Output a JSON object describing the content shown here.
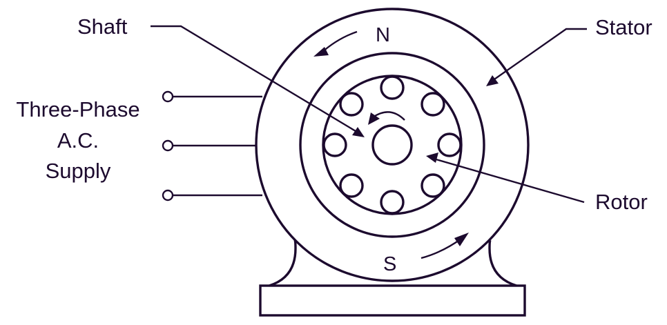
{
  "diagram": {
    "type": "three-phase induction motor schematic",
    "labels": {
      "shaft": "Shaft",
      "stator": "Stator",
      "rotor": "Rotor",
      "supply_line1": "Three-Phase",
      "supply_line2": "A.C.",
      "supply_line3": "Supply"
    },
    "poles": {
      "north": "N",
      "south": "S"
    },
    "supply_terminals": 3,
    "rotor_bars": 8,
    "colors": {
      "line": "#1c0a2e",
      "background": "#ffffff"
    }
  }
}
